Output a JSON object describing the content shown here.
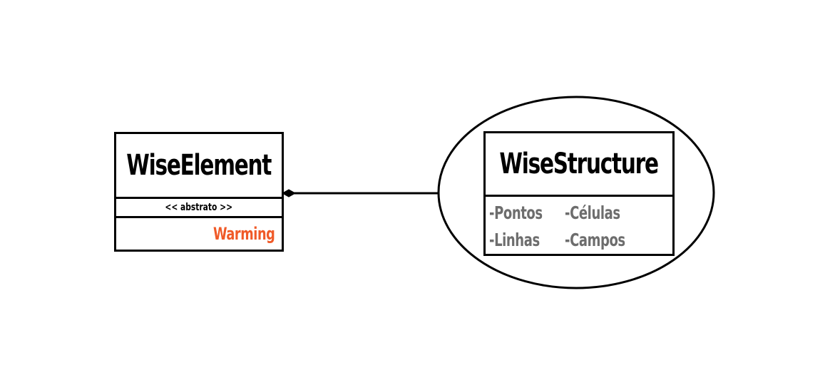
{
  "diagram": {
    "colors": {
      "stroke": "#000000",
      "background": "#ffffff",
      "accent": "#f05a28",
      "muted": "#6d6d6d"
    },
    "wise_element": {
      "title": "WiseElement",
      "stereotype": "<< abstrato >>",
      "attribute": "Warming"
    },
    "wise_structure": {
      "title": "WiseStructure",
      "attributes": [
        "-Pontos",
        "-Células",
        "-Linhas",
        "-Campos"
      ]
    },
    "relationship": {
      "type": "composition",
      "from": "WiseElement",
      "to": "WiseStructure"
    }
  }
}
